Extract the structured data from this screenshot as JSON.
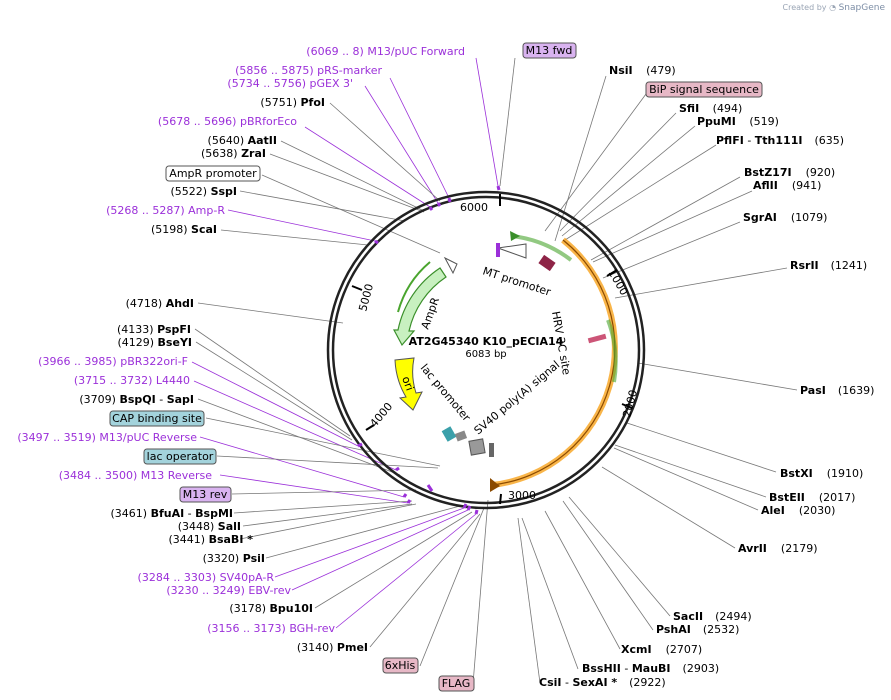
{
  "credit": {
    "created_by": "Created by",
    "brand": "SnapGene"
  },
  "plasmid": {
    "name": "AT2G45340 K10_pECIA14",
    "size": "6083 bp"
  },
  "ticks": [
    "1000",
    "2000",
    "3000",
    "4000",
    "5000",
    "6000"
  ],
  "features": {
    "mt_promoter": "MT promoter",
    "hrv_site": "HRV 3C site",
    "sv40": "SV40 poly(A) signal",
    "lac_promoter": "lac promoter",
    "ori": "ori",
    "ampr": "AmpR"
  },
  "labels": {
    "l1": {
      "pos": "(6069 .. 8)",
      "name": "M13/pUC Forward"
    },
    "l2": {
      "pos": "(5856 .. 5875)",
      "name": "pRS-marker"
    },
    "l3": {
      "pos": "(5734 .. 5756)",
      "name": "pGEX 3'"
    },
    "l4": {
      "pos": "(5751)",
      "name": "PfoI"
    },
    "l5": {
      "pos": "(5678 .. 5696)",
      "name": "pBRforEco"
    },
    "l6": {
      "pos": "(5640)",
      "name": "AatII"
    },
    "l7": {
      "pos": "(5638)",
      "name": "ZraI"
    },
    "l8": {
      "name": "AmpR promoter"
    },
    "l9": {
      "pos": "(5522)",
      "name": "SspI"
    },
    "l10": {
      "pos": "(5268 .. 5287)",
      "name": "Amp-R"
    },
    "l11": {
      "pos": "(5198)",
      "name": "ScaI"
    },
    "l12": {
      "pos": "(4718)",
      "name": "AhdI"
    },
    "l13": {
      "pos": "(4133)",
      "name": "PspFI"
    },
    "l14": {
      "pos": "(4129)",
      "name": "BseYI"
    },
    "l15": {
      "pos": "(3966 .. 3985)",
      "name": "pBR322ori-F"
    },
    "l16": {
      "pos": "(3715 .. 3732)",
      "name": "L4440"
    },
    "l17": {
      "pos": "(3709)",
      "name": "BspQI",
      "sep": " - ",
      "name2": "SapI"
    },
    "l18": {
      "name": "CAP binding site"
    },
    "l19": {
      "pos": "(3497 .. 3519)",
      "name": "M13/pUC Reverse"
    },
    "l20": {
      "name": "lac operator"
    },
    "l21": {
      "pos": "(3484 .. 3500)",
      "name": "M13 Reverse"
    },
    "l22": {
      "name": "M13 rev"
    },
    "l23": {
      "pos": "(3461)",
      "name": "BfuAI",
      "sep": " - ",
      "name2": "BspMI"
    },
    "l24": {
      "pos": "(3448)",
      "name": "SalI"
    },
    "l25": {
      "pos": "(3441)",
      "name": "BsaBI *"
    },
    "l26": {
      "pos": "(3320)",
      "name": "PsiI"
    },
    "l27": {
      "pos": "(3284 .. 3303)",
      "name": "SV40pA-R"
    },
    "l28": {
      "pos": "(3230 .. 3249)",
      "name": "EBV-rev"
    },
    "l29": {
      "pos": "(3178)",
      "name": "Bpu10I"
    },
    "l30": {
      "pos": "(3156 .. 3173)",
      "name": "BGH-rev"
    },
    "l31": {
      "pos": "(3140)",
      "name": "PmeI"
    },
    "l32": {
      "name": "6xHis"
    },
    "l33": {
      "name": "FLAG"
    },
    "r1": {
      "name": "M13 fwd"
    },
    "r2": {
      "name": "NsiI",
      "pos": "(479)"
    },
    "r3": {
      "name": "BiP signal sequence"
    },
    "r4": {
      "name": "SfiI",
      "pos": "(494)"
    },
    "r5": {
      "name": "PpuMI",
      "pos": "(519)"
    },
    "r6": {
      "name": "PflFI",
      "sep": " - ",
      "name2": "Tth111I",
      "pos": "(635)"
    },
    "r7": {
      "name": "BstZ17I",
      "pos": "(920)"
    },
    "r8": {
      "name": "AflII",
      "pos": "(941)"
    },
    "r9": {
      "name": "SgrAI",
      "pos": "(1079)"
    },
    "r10": {
      "name": "RsrII",
      "pos": "(1241)"
    },
    "r11": {
      "name": "PasI",
      "pos": "(1639)"
    },
    "r12": {
      "name": "BstXI",
      "pos": "(1910)"
    },
    "r13": {
      "name": "BstEII",
      "pos": "(2017)"
    },
    "r14": {
      "name": "AleI",
      "pos": "(2030)"
    },
    "r15": {
      "name": "AvrII",
      "pos": "(2179)"
    },
    "r16": {
      "name": "SacII",
      "pos": "(2494)"
    },
    "r17": {
      "name": "PshAI",
      "pos": "(2532)"
    },
    "r18": {
      "name": "XcmI",
      "pos": "(2707)"
    },
    "r19": {
      "name": "BssHII",
      "sep": " - ",
      "name2": "MauBI",
      "pos": "(2903)"
    },
    "r20": {
      "name": "CsiI",
      "sep": " - ",
      "name2": "SexAI *",
      "pos": "(2922)"
    }
  },
  "colors": {
    "primer": "#9b30d9",
    "amp_arrow": "#c8f0c0",
    "amp_border": "#3a8f2a",
    "ori": "#ffff00",
    "orange_arc": "#f7a21b",
    "green_arc": "#4aa52e"
  }
}
